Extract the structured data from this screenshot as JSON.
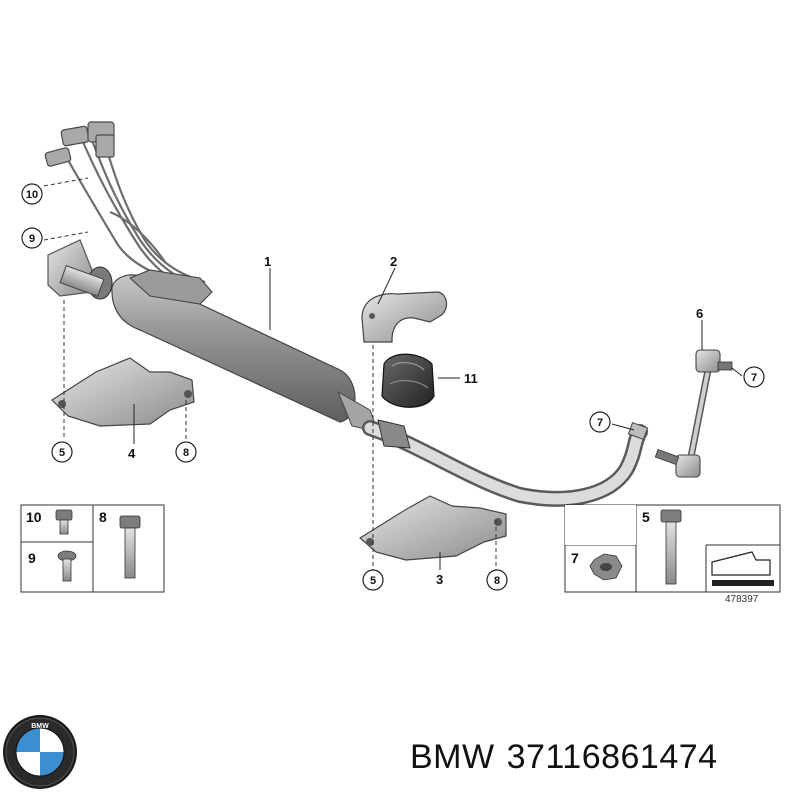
{
  "diagram": {
    "part_labels": [
      "1",
      "2",
      "3",
      "4",
      "5",
      "6",
      "7",
      "8",
      "9",
      "10",
      "11"
    ],
    "callouts": {
      "c10": "10",
      "c9": "9",
      "c5a": "5",
      "c8a": "8",
      "c5b": "5",
      "c8b": "8",
      "c7a": "7",
      "c7b": "7"
    },
    "legend": {
      "t10": "10",
      "t8": "8",
      "t9": "9",
      "t5": "5",
      "t7": "7"
    },
    "diagram_id": "478397"
  },
  "footer": {
    "brand": "BMW",
    "part_number": "37116861474"
  },
  "logo": {
    "text": "BMW",
    "colors": {
      "blue": "#3b8fd0",
      "ring": "#111111",
      "white": "#ffffff"
    }
  }
}
